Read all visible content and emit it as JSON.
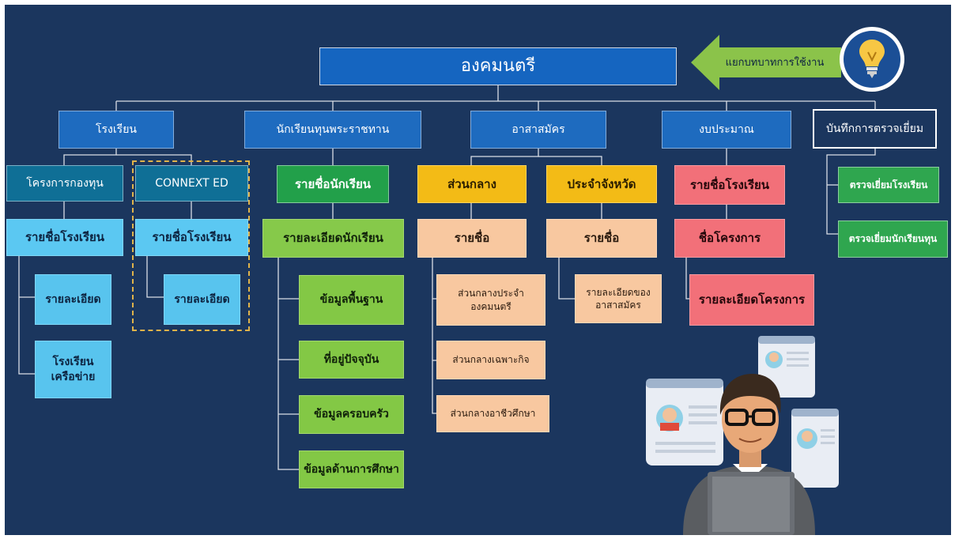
{
  "root": {
    "label": "องคมนตรี"
  },
  "hint": {
    "label": "แยกบทบาทการใช้งาน",
    "icon": "lightbulb-icon"
  },
  "categories": {
    "school": "โรงเรียน",
    "scholar": "นักเรียนทุนพระราชทาน",
    "volunteer": "อาสาสมัคร",
    "budget": "งบประมาณ",
    "visit": "บันทึกการตรวจเยี่ยม"
  },
  "school": {
    "fund": "โครงการกองทุน",
    "fund_list": "รายชื่อโรงเรียน",
    "fund_detail": "รายละเอียด",
    "fund_network": "โรงเรียน\nเครือข่าย",
    "connext": "CONNEXT ED",
    "connext_list": "รายชื่อโรงเรียน",
    "connext_detail": "รายละเอียด"
  },
  "scholar": {
    "list": "รายชื่อนักเรียน",
    "detail": "รายละเอียดนักเรียน",
    "items": [
      "ข้อมูลพื้นฐาน",
      "ที่อยู่ปัจจุบัน",
      "ข้อมูลครอบครัว",
      "ข้อมูลด้านการศึกษา"
    ]
  },
  "volunteer": {
    "central": "ส่วนกลาง",
    "central_list": "รายชื่อ",
    "central_items": [
      "ส่วนกลางประจำ\nองคมนตรี",
      "ส่วนกลางเฉพาะกิจ",
      "ส่วนกลางอาชีวศึกษา"
    ],
    "province": "ประจำจังหวัด",
    "province_list": "รายชื่อ",
    "province_detail": "รายละเอียดของ\nอาสาสมัคร"
  },
  "budget": {
    "list": "รายชื่อโรงเรียน",
    "project": "ชื่อโครงการ",
    "detail": "รายละเอียดโครงการ"
  },
  "visit": {
    "school": "ตรวจเยี่ยมโรงเรียน",
    "scholar": "ตรวจเยี่ยมนักเรียนทุน"
  },
  "colors": {
    "background": "#1b365e",
    "root": "#1565c0",
    "level1": "#1e6bbf",
    "teal": "#0f6f96",
    "sky": "#5bc8f2",
    "green": "#22a04a",
    "lime": "#86c94a",
    "yellow": "#f3bb16",
    "peach": "#f8c8a0",
    "pink": "#f27079",
    "dashed_outline": "#e0b34a",
    "connector": "#d9dee6"
  }
}
